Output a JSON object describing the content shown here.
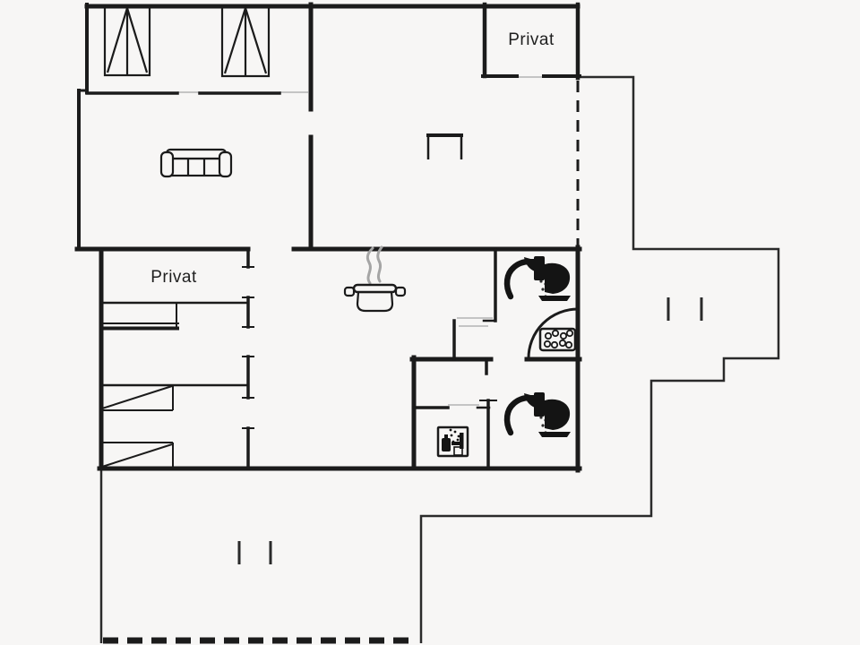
{
  "plan": {
    "type": "holiday-house-floor-plan",
    "labels": {
      "room_top": "Privat",
      "room_left": "Privat"
    },
    "colors": {
      "background": "#f7f6f5",
      "wall": "#1b1b1b",
      "threshold": "#bdbdbd",
      "steam": "#a5a5a5",
      "terrace_line": "#2a2a2a"
    },
    "icons": [
      "wardrobe-icon",
      "wardrobe-icon",
      "sofa-icon",
      "fireplace-icon",
      "cooking-pot-icon",
      "steam-icon",
      "shower-icon",
      "toilet-icon",
      "corner-shower-arc",
      "shower-tray-bubbles-icon",
      "washing-machine-icon",
      "bed-icon",
      "bunk-bed-icon",
      "bunk-bed-icon"
    ],
    "features": {
      "dashed_property_line_bottom": true,
      "dashed_roof_line_right_of_dining": true,
      "terrace_outline": true
    }
  }
}
